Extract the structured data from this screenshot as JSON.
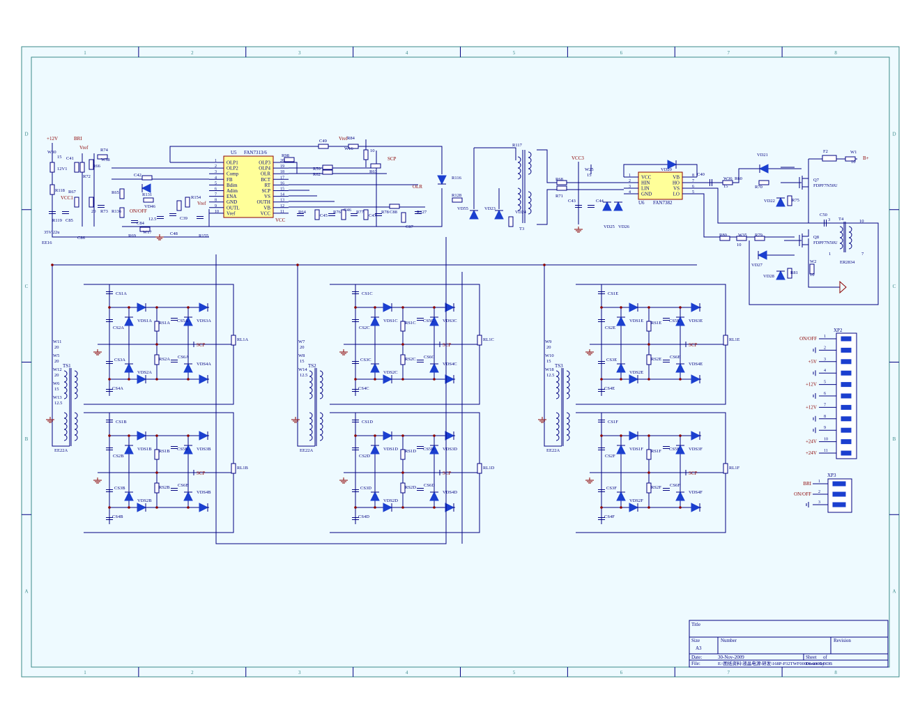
{
  "sheet": {
    "zone_columns": [
      "1",
      "2",
      "3",
      "4",
      "5",
      "6",
      "7",
      "8"
    ],
    "zone_rows": [
      "D",
      "C",
      "B",
      "A"
    ]
  },
  "title_block": {
    "title_label": "Title",
    "size_label": "Size",
    "size_value": "A3",
    "number_label": "Number",
    "revision_label": "Revision",
    "date_label": "Date:",
    "date_value": "30-Nov-2009",
    "sheet_label": "Sheet",
    "of_label": "of",
    "file_label": "File:",
    "file_value": "E:\\图纸资料\\液晶电源\\研发\\168P-P32TWF00000-0000.DDB",
    "drawn_by": "Drawn By:"
  },
  "pfc_section": {
    "nets": {
      "v12": "+12V",
      "bri": "BRI",
      "vref": "Vref",
      "vcc1": "VCC1",
      "onoff": "ON/OFF",
      "scp": "SCP",
      "olr": "OLR",
      "vcc": "VCC"
    },
    "ic_u5": {
      "ref": "U5",
      "part": "FAN7313/6",
      "left_pins": [
        {
          "num": "1",
          "name": "OLP1"
        },
        {
          "num": "2",
          "name": "OLP2"
        },
        {
          "num": "3",
          "name": "Comp"
        },
        {
          "num": "4",
          "name": "FB"
        },
        {
          "num": "5",
          "name": "Bdim"
        },
        {
          "num": "6",
          "name": "Adim"
        },
        {
          "num": "7",
          "name": "ENA"
        },
        {
          "num": "8",
          "name": "GND"
        },
        {
          "num": "9",
          "name": "OUTL"
        },
        {
          "num": "10",
          "name": "Vref"
        }
      ],
      "right_pins": [
        {
          "num": "20",
          "name": "OLP3"
        },
        {
          "num": "19",
          "name": "OLP4"
        },
        {
          "num": "18",
          "name": "OLR"
        },
        {
          "num": "17",
          "name": "BCT"
        },
        {
          "num": "16",
          "name": "RT"
        },
        {
          "num": "15",
          "name": "SCP"
        },
        {
          "num": "14",
          "name": "VS"
        },
        {
          "num": "13",
          "name": "OUTH"
        },
        {
          "num": "12",
          "name": "VB"
        },
        {
          "num": "11",
          "name": "VCC"
        }
      ]
    },
    "parts": [
      "W30",
      "15",
      "12V1",
      "R118",
      "R119",
      "C85",
      "35V 22u",
      "C86",
      "C41",
      "R67",
      "R72",
      "R66",
      "R74",
      "W38",
      "20",
      "R73",
      "C42",
      "R65",
      "R136",
      "R131",
      "VD46",
      "R69",
      "C84",
      "W17",
      "12.5",
      "C48",
      "C39",
      "R154",
      "R155",
      "C49",
      "R84",
      "W16",
      "10",
      "R98",
      "R59",
      "R62",
      "R63",
      "R64",
      "C45",
      "R76",
      "C46",
      "R77",
      "C47",
      "R78",
      "C88",
      "R127",
      "C87",
      "R128",
      "R116",
      "VD55",
      "VD23",
      "VD24",
      "R117",
      "T3",
      "EE16"
    ]
  },
  "driver_section": {
    "nets": {
      "vcc3": "VCC3",
      "bplus": "B+"
    },
    "ic_u6": {
      "ref": "U6",
      "part": "FAN7382",
      "left_pins": [
        {
          "num": "1",
          "name": "VCC"
        },
        {
          "num": "2",
          "name": "HIN"
        },
        {
          "num": "3",
          "name": "LIN"
        },
        {
          "num": "4",
          "name": "GND"
        }
      ],
      "right_pins": [
        {
          "num": "8",
          "name": "VB"
        },
        {
          "num": "7",
          "name": "HO"
        },
        {
          "num": "6",
          "name": "VS"
        },
        {
          "num": "5",
          "name": "LO"
        }
      ]
    },
    "parts": [
      "W25",
      "15",
      "R68",
      "R71",
      "C43",
      "C44",
      "VD25",
      "VD26",
      "VD20",
      "C40",
      "W36",
      "15",
      "R60",
      "R70",
      "VD21",
      "VD22",
      "R75",
      "Q7",
      "FDPF7N50U",
      "F2",
      "W1",
      "10",
      "C50",
      "3",
      "T4",
      "10",
      "1",
      "7",
      "ER2834",
      "R80",
      "W35",
      "10",
      "R79",
      "Q8",
      "FDPF7N50U",
      "VD27",
      "VD28",
      "R81",
      "W2",
      "10"
    ]
  },
  "inverter_blocks": [
    {
      "suffix": "A",
      "cs1": "CS1A",
      "cs2": "CS2A",
      "cs3": "CS3A",
      "cs4": "CS4A",
      "cs5": "CS5A",
      "cs6": "CS6A",
      "vds1": "VDS1A",
      "vds2": "VDS2A",
      "vds3": "VDS3A",
      "vds4": "VDS4A",
      "rs1": "RS1A",
      "rs2": "RS2A",
      "rl": "RL1A",
      "scp": "SCP"
    },
    {
      "suffix": "B",
      "cs1": "CS1B",
      "cs2": "CS2B",
      "cs3": "CS3B",
      "cs4": "CS4B",
      "cs5": "CS5B",
      "cs6": "CS6B",
      "vds1": "VDS1B",
      "vds2": "VDS2B",
      "vds3": "VDS3B",
      "vds4": "VDS4B",
      "rs1": "RS1B",
      "rs2": "RS2B",
      "rl": "RL1B",
      "scp": "SCP"
    },
    {
      "suffix": "C",
      "cs1": "CS1C",
      "cs2": "CS2C",
      "cs3": "CS3C",
      "cs4": "CS4C",
      "cs5": "CS5C",
      "cs6": "CS6C",
      "vds1": "VDS1C",
      "vds2": "VDS2C",
      "vds3": "VDS3C",
      "vds4": "VDS4C",
      "rs1": "RS1C",
      "rs2": "RS2C",
      "rl": "RL1C",
      "scp": "SCP"
    },
    {
      "suffix": "D",
      "cs1": "CS1D",
      "cs2": "CS2D",
      "cs3": "CS3D",
      "cs4": "CS4D",
      "cs5": "CS5D",
      "cs6": "CS6D",
      "vds1": "VDS1D",
      "vds2": "VDS2D",
      "vds3": "VDS3D",
      "vds4": "VDS4D",
      "rs1": "RS1D",
      "rs2": "RS2D",
      "rl": "RL1D",
      "scp": "SCP"
    },
    {
      "suffix": "E",
      "cs1": "CS1E",
      "cs2": "CS2E",
      "cs3": "CS3E",
      "cs4": "CS4E",
      "cs5": "CS5E",
      "cs6": "CS6E",
      "vds1": "VDS1E",
      "vds2": "VDS2E",
      "vds3": "VDS3E",
      "vds4": "VDS4E",
      "rs1": "RS1E",
      "rs2": "RS2E",
      "rl": "RL1E",
      "scp": "SCP"
    },
    {
      "suffix": "F",
      "cs1": "CS1F",
      "cs2": "CS2F",
      "cs3": "CS3F",
      "cs4": "CS4F",
      "cs5": "CS5F",
      "cs6": "CS6F",
      "vds1": "VDS1F",
      "vds2": "VDS2F",
      "vds3": "VDS3F",
      "vds4": "VDS4F",
      "rs1": "RS1F",
      "rs2": "RS2F",
      "rl": "RL1F",
      "scp": "SCP"
    }
  ],
  "transformer_groups": [
    {
      "ts": "TS1",
      "core": "EE22A",
      "wires": [
        "W11",
        "20",
        "W5",
        "20",
        "W12",
        "20",
        "W6",
        "15",
        "W13",
        "12.5"
      ]
    },
    {
      "ts": "TS2",
      "core": "EE22A",
      "wires": [
        "W7",
        "20",
        "W8",
        "15",
        "W14",
        "12.5"
      ]
    },
    {
      "ts": "TS3",
      "core": "EE22A",
      "wires": [
        "W9",
        "20",
        "W10",
        "15",
        "W18",
        "12.5"
      ]
    }
  ],
  "connector_xp2": {
    "ref": "XP2",
    "pins": [
      {
        "num": "1",
        "net": "ON/OFF"
      },
      {
        "num": "2",
        "net": ""
      },
      {
        "num": "3",
        "net": "+5V"
      },
      {
        "num": "4",
        "net": ""
      },
      {
        "num": "5",
        "net": "+12V"
      },
      {
        "num": "6",
        "net": ""
      },
      {
        "num": "7",
        "net": "+12V"
      },
      {
        "num": "8",
        "net": ""
      },
      {
        "num": "9",
        "net": ""
      },
      {
        "num": "10",
        "net": "+24V"
      },
      {
        "num": "11",
        "net": "+24V"
      }
    ]
  },
  "connector_xp3": {
    "ref": "XP3",
    "pins": [
      {
        "num": "1",
        "net": "BRI"
      },
      {
        "num": "2",
        "net": "ON/OFF"
      },
      {
        "num": "3",
        "net": ""
      }
    ]
  },
  "colors": {
    "background": "#eefaff",
    "wire": "#000080",
    "text": "#000080",
    "net_label": "#8b0000",
    "diode": "#1b3fcf",
    "ic_fill": "#ffff99",
    "border": "#3a8a8a"
  }
}
